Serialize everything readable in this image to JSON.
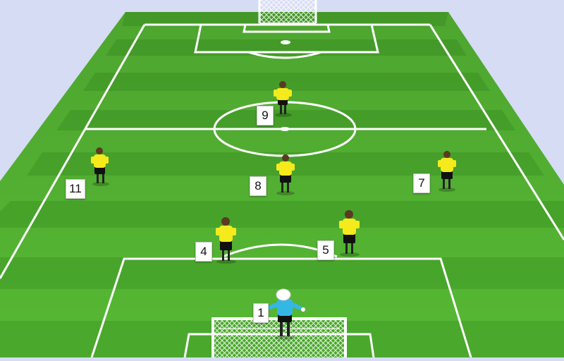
{
  "colors": {
    "background": "#d6dcf4",
    "grass_light": "#5fc23a",
    "grass_dark": "#47a82a",
    "lines": "#ffffff",
    "outfield_shirt": "#f4ea1c",
    "goalkeeper_shirt": "#35b7e6",
    "shorts": "#111111"
  },
  "players": [
    {
      "number": "9",
      "role": "outfield"
    },
    {
      "number": "11",
      "role": "outfield"
    },
    {
      "number": "8",
      "role": "outfield"
    },
    {
      "number": "7",
      "role": "outfield"
    },
    {
      "number": "4",
      "role": "outfield"
    },
    {
      "number": "5",
      "role": "outfield"
    },
    {
      "number": "1",
      "role": "goalkeeper"
    }
  ]
}
